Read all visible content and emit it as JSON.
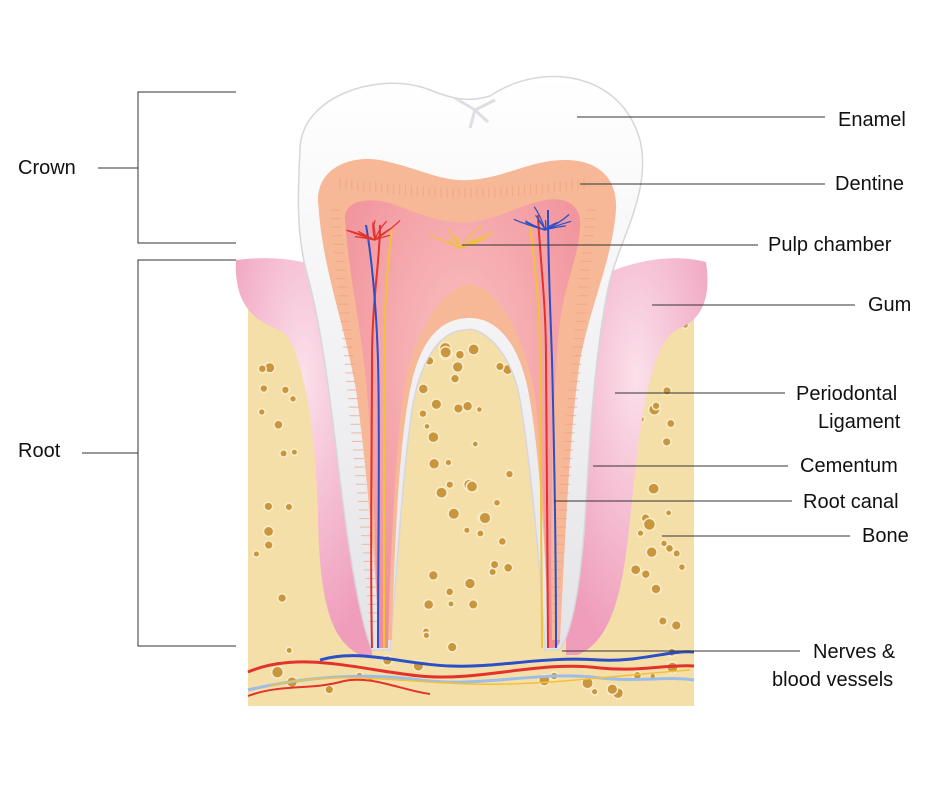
{
  "labels": {
    "crown": "Crown",
    "root": "Root",
    "enamel": "Enamel",
    "dentine": "Dentine",
    "pulp_chamber": "Pulp chamber",
    "gum": "Gum",
    "periodontal_line1": "Periodontal",
    "periodontal_line2": "Ligament",
    "cementum": "Cementum",
    "root_canal": "Root canal",
    "bone": "Bone",
    "nerves_line1": "Nerves &",
    "nerves_line2": "blood vessels"
  },
  "colors": {
    "enamel": "#f1f1f3",
    "dentine": "#f6b896",
    "pulp": "#f49fa8",
    "gum": "#f3b3c8",
    "bone": "#f5dfa8",
    "bone_pore": "#c9953d",
    "artery": "#e2322b",
    "vein": "#2a4fc8",
    "nerve": "#f0c23a",
    "leader_line": "#333333"
  }
}
